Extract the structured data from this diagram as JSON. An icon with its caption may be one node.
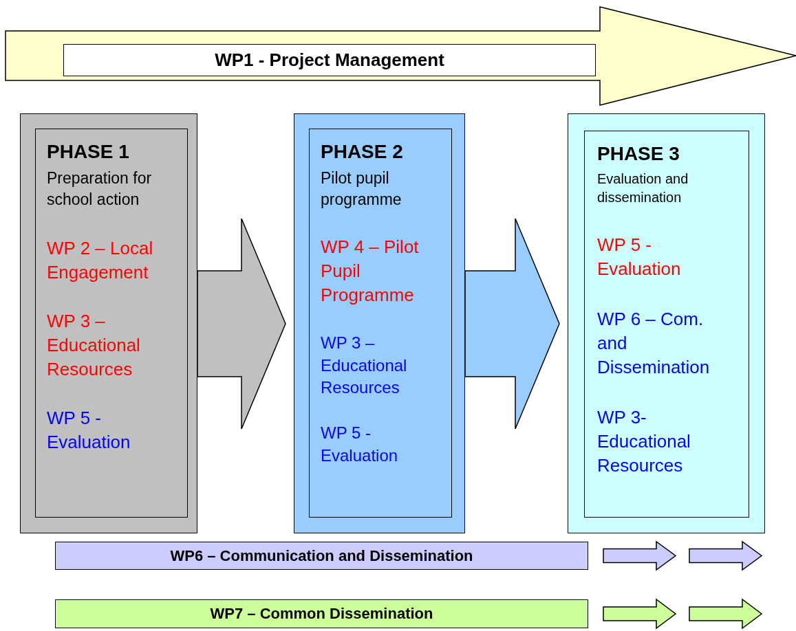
{
  "diagram": {
    "nodes": [
      {
        "text": [],
        "shape": "arrow"
      },
      {
        "text": [
          "WP1  - Project Management"
        ],
        "in": 0
      },
      {
        "text": [],
        "shape": "box"
      },
      {
        "text": [
          "PHASE 1",
          "Preparation for school action",
          "WP 2 – Local Engagement",
          "WP 3 – Educational Resources",
          "WP 5 - Evaluation"
        ],
        "in": 2
      },
      {
        "text": [],
        "shape": "box"
      },
      {
        "text": [
          "PHASE 2",
          "Pilot pupil programme",
          "WP 4 – Pilot Pupil Programme",
          "WP 3 – Educational Resources",
          "WP 5 - Evaluation"
        ],
        "in": 4
      },
      {
        "text": [],
        "shape": "box"
      },
      {
        "text": [
          "PHASE 3",
          "Evaluation and dissemination",
          "WP 5 - Evaluation",
          "WP 6 – Com. and Dissemination",
          "WP 3- Educational Resources"
        ],
        "in": 6
      },
      {
        "text": [
          "WP6 – Communication and Dissemination"
        ]
      },
      {
        "text": [
          "WP7 – Common Dissemination"
        ]
      }
    ],
    "edges": [
      {
        "from": 2,
        "to": 4,
        "arrow": "to",
        "style": "thick",
        "color": "#c0c0c0"
      },
      {
        "from": 4,
        "to": 6,
        "arrow": "to",
        "style": "thick",
        "color": "#99ccff"
      }
    ]
  }
}
